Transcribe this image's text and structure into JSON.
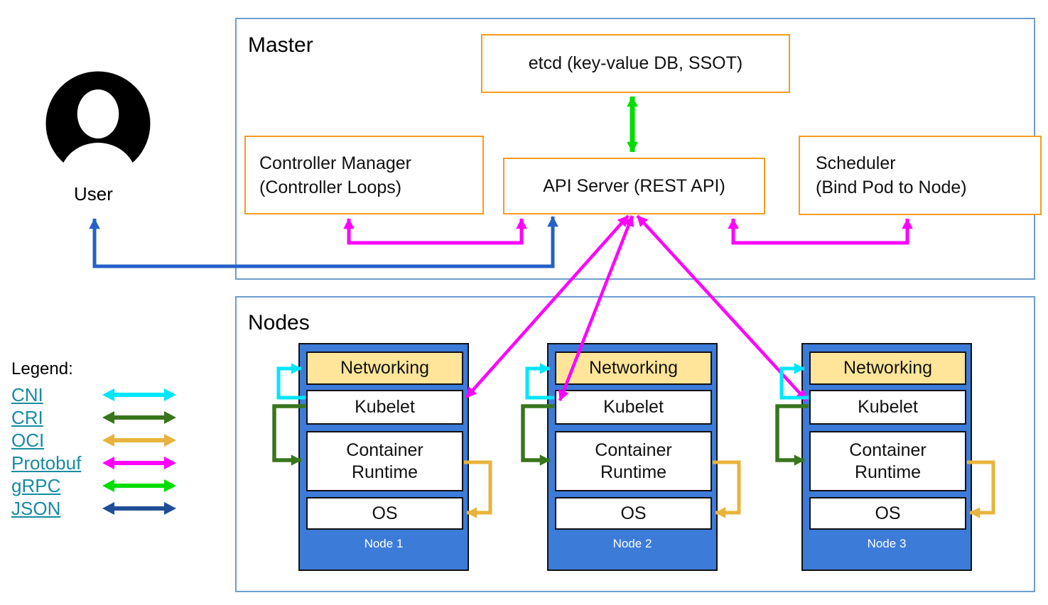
{
  "user": {
    "label": "User"
  },
  "master": {
    "title": "Master",
    "etcd_label": "etcd (key-value DB, SSOT)",
    "controller_manager_line1": "Controller Manager",
    "controller_manager_line2": "(Controller Loops)",
    "api_server_label": "API Server (REST API)",
    "scheduler_line1": "Scheduler",
    "scheduler_line2": "(Bind Pod to Node)"
  },
  "nodes_section": {
    "title": "Nodes",
    "layers": {
      "networking": "Networking",
      "kubelet": "Kubelet",
      "container_runtime": "Container Runtime",
      "os": "OS"
    },
    "nodes": [
      {
        "label": "Node 1"
      },
      {
        "label": "Node 2"
      },
      {
        "label": "Node 3"
      }
    ]
  },
  "legend": {
    "title": "Legend:",
    "items": [
      {
        "label": "CNI",
        "color": "#00e6ff"
      },
      {
        "label": "CRI",
        "color": "#38761d"
      },
      {
        "label": "OCI",
        "color": "#e8b33c"
      },
      {
        "label": "Protobuf",
        "color": "#ff00ff"
      },
      {
        "label": "gRPC",
        "color": "#00dd00"
      },
      {
        "label": "JSON",
        "color": "#1f4e96"
      }
    ]
  },
  "colors": {
    "protobuf": "#ff00ff",
    "grpc": "#00dd00",
    "json_user": "#2560c8",
    "cni": "#00e6ff",
    "cri": "#38761d",
    "oci": "#e8b33c",
    "frame_border": "#6e9ed0",
    "box_border": "#f79b1f",
    "node_fill": "#3d7bd9",
    "networking_fill": "#ffe599"
  }
}
